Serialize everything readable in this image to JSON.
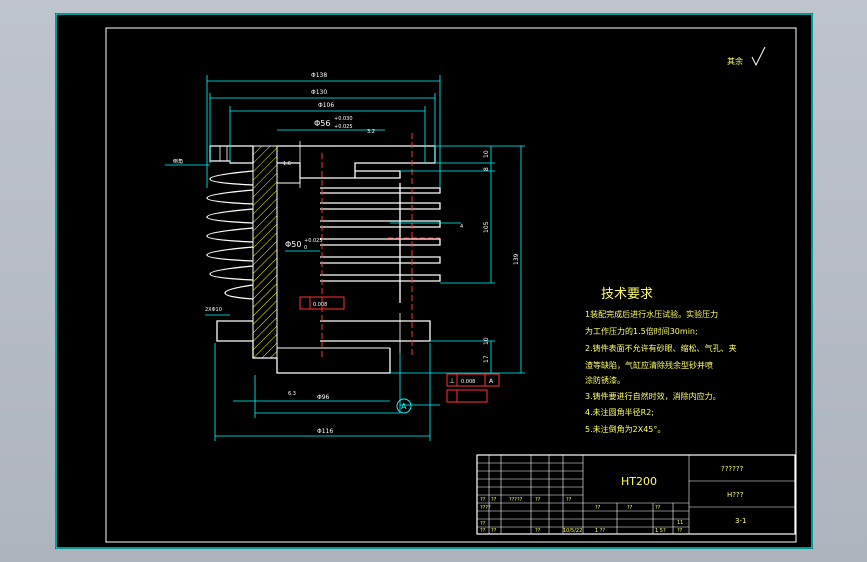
{
  "drawing": {
    "roughness_mark": "其余",
    "tech_requirements": {
      "title": "技术要求",
      "items": [
        "1装配完成后进行水压试验。实验压力",
        "为工作压力的1.5倍时间30min;",
        "2.铸件表面不允许有砂眼、缩松、气孔、夹",
        "渣等缺陷，气缸应清除残余型砂并喷",
        "涂防锈漆。",
        "3.铸件要进行自然时效，消除内应力。",
        "4.未注圆角半径R2;",
        "5.未注倒角为2X45°。"
      ]
    },
    "dimensions": {
      "d1": "Φ138",
      "d2": "Φ130",
      "d3": "Φ106",
      "bore_top": "Φ56",
      "bore_top_tol_up": "+0.030",
      "bore_top_tol_low": "+0.025",
      "bore_mid": "Φ50",
      "bore_mid_tol_up": "+0.025",
      "bore_mid_tol_low": "0",
      "d_bottom1": "Φ96",
      "d_bottom2": "Φ116",
      "left_mark": "倒角",
      "left_hole": "2XΦ10",
      "h_total": "139",
      "h_fins": "105",
      "h_top1": "10",
      "h_top2": "8",
      "h_bottom": "17",
      "h_bottom2": "10",
      "ra1": "3.2",
      "ra2": "1.6",
      "ra3": "6.3",
      "flatness": "0.008",
      "perp_sym": "⊥",
      "perp_val": "0.008",
      "perp_datum": "A",
      "datum": "A",
      "small": "4"
    },
    "title_block": {
      "material": "HT200",
      "name": "??????",
      "drawing_no": "H???",
      "scale": "3-1",
      "c1": "??",
      "c2": "??",
      "c3": "?????",
      "c4": "??",
      "c5": "??",
      "c6": "????",
      "c7": "??",
      "c8": "??",
      "c9": "??",
      "c10": "??",
      "c11": "??",
      "c12": "??",
      "c13": "??",
      "c14": "10/5/22",
      "c15": "1  ??",
      "c16": "1  5?",
      "c17": "11",
      "c18": "??"
    }
  }
}
